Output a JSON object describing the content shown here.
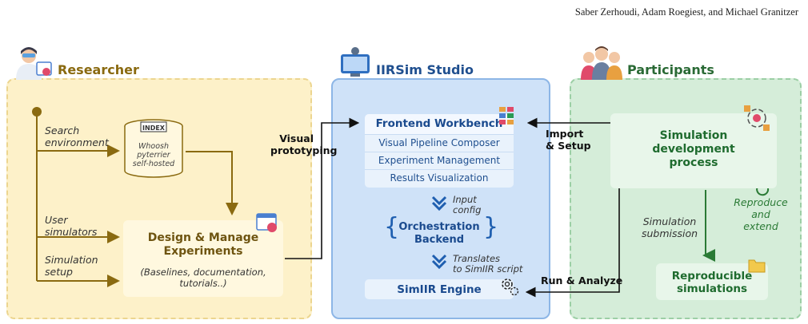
{
  "header": {
    "authors": "Saber Zerhoudi, Adam Roegiest, and Michael Granitzer"
  },
  "researcher": {
    "title": "Researcher",
    "search_environment": [
      "Search",
      "environment"
    ],
    "user_simulators": [
      "User",
      "simulators"
    ],
    "simulation_setup": [
      "Simulation",
      "setup"
    ],
    "index_label": "INDEX",
    "index_backends": [
      "Whoosh",
      "pyterrier",
      "self-hosted"
    ],
    "design_title": [
      "Design & Manage",
      "Experiments"
    ],
    "design_subtitle": [
      "(Baselines, documentation,",
      "tutorials..)"
    ]
  },
  "connectors": {
    "visual_prototyping": [
      "Visual",
      "prototyping"
    ],
    "import_setup": [
      "Import",
      "& Setup"
    ],
    "run_analyze": "Run & Analyze"
  },
  "studio": {
    "title": "IIRSim Studio",
    "frontend_title": "Frontend Workbench",
    "frontend_items": [
      "Visual Pipeline Composer",
      "Experiment Management",
      "Results Visualization"
    ],
    "input_config": [
      "Input",
      "config"
    ],
    "orchestration": [
      "Orchestration",
      "Backend"
    ],
    "translates": [
      "Translates",
      "to SimIIR script"
    ],
    "engine": "SimIIR Engine"
  },
  "participants": {
    "title": "Participants",
    "process": [
      "Simulation",
      "development",
      "process"
    ],
    "reproduce": [
      "Reproduce",
      "and",
      "extend"
    ],
    "submission": [
      "Simulation",
      "submission"
    ],
    "reproducible": [
      "Reproducible",
      "simulations"
    ]
  },
  "colors": {
    "researcher_bg": "#fdf1c9",
    "studio_bg": "#cfe2f8",
    "participants_bg": "#d5edd9",
    "researcher_line": "#8a6a10",
    "studio_accent": "#1f5fb0",
    "participants_line": "#2a7a35"
  }
}
